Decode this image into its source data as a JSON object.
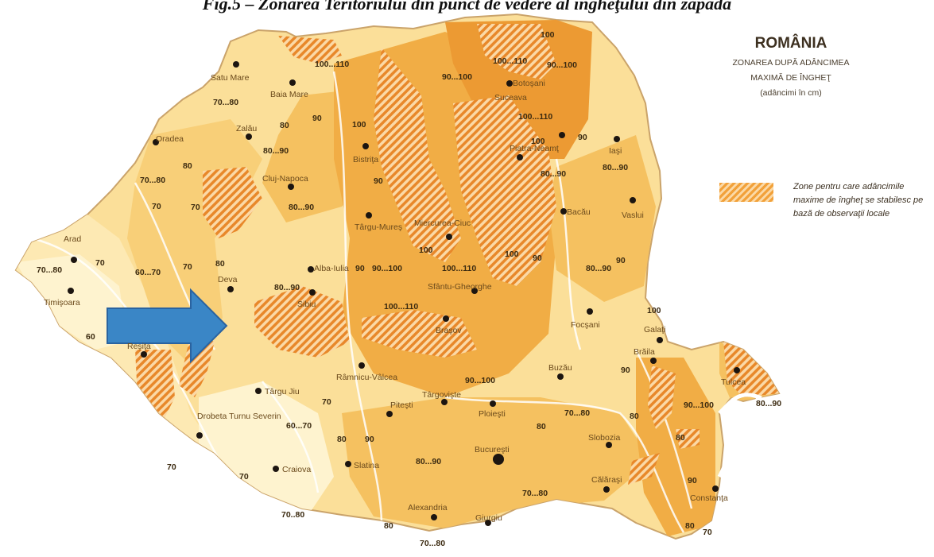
{
  "figure": {
    "caption": "Fig.5 – Zonarea Teritoriului din punct de vedere al îngheţului din zăpadă"
  },
  "legend": {
    "title": "ROMÂNIA",
    "subtitle_lines": [
      "ZONAREA DUPĂ ADÂNCIMEA",
      "MAXIMĂ DE ÎNGHEŢ",
      "(adâncimi în cm)"
    ],
    "hatched_zone_note": "Zone pentru care adâncimile maxime de îngheţ se stabilesc pe bază de observaţii locale"
  },
  "colors": {
    "outside": "#ffffff",
    "zone_light": "#fde9b3",
    "zone_70": "#fbdf99",
    "zone_80": "#f8cf78",
    "zone_90": "#f5c160",
    "zone_100": "#f1ad45",
    "zone_110": "#ec9a33",
    "hatch": "#e8882a",
    "arrow": "#3a86c6",
    "arrow_stroke": "#2a63a0",
    "city_text": "#6b4a1c",
    "zone_text": "#3b2a10"
  },
  "cities": [
    "Satu Mare",
    "Baia Mare",
    "Oradea",
    "Zalău",
    "Bistriţa",
    "Suceava",
    "Botoşani",
    "Iaşi",
    "Cluj-Napoca",
    "Piatra-Neamţ",
    "Bacău",
    "Vaslui",
    "Târgu-Mureş",
    "Miercurea-Ciuc",
    "Arad",
    "Timişoara",
    "Deva",
    "Alba-Iulia",
    "Sibiu",
    "Sfântu-Gheorghe",
    "Braşov",
    "Reşiţa",
    "Focşani",
    "Galaţi",
    "Brăila",
    "Tulcea",
    "Buzău",
    "Râmnicu-Vâlcea",
    "Târgu Jiu",
    "Drobeta Turnu Severin",
    "Piteşti",
    "Târgovişte",
    "Ploieşti",
    "Slobozia",
    "Craiova",
    "Slatina",
    "Bucureşti",
    "Călăraşi",
    "Constanţa",
    "Alexandria",
    "Giurgiu"
  ],
  "depth_labels": [
    "100",
    "100...110",
    "90...100",
    "100...110",
    "90...100",
    "100...110",
    "70...80",
    "80",
    "90",
    "100",
    "100",
    "90",
    "80...90",
    "70...80",
    "80",
    "80...90",
    "90",
    "80...90",
    "80...90",
    "70",
    "70",
    "70",
    "70...80",
    "60...70",
    "70",
    "80",
    "80...90",
    "90",
    "90...100",
    "100...110",
    "80...90",
    "100",
    "100",
    "90",
    "90",
    "100",
    "100...110",
    "60",
    "90...100",
    "70...80",
    "80",
    "90",
    "90...100",
    "80...90",
    "60...70",
    "70",
    "80",
    "90",
    "80...90",
    "70",
    "70..80",
    "70...80",
    "80",
    "70...80",
    "70",
    "80",
    "90",
    "80",
    "70",
    "80"
  ]
}
